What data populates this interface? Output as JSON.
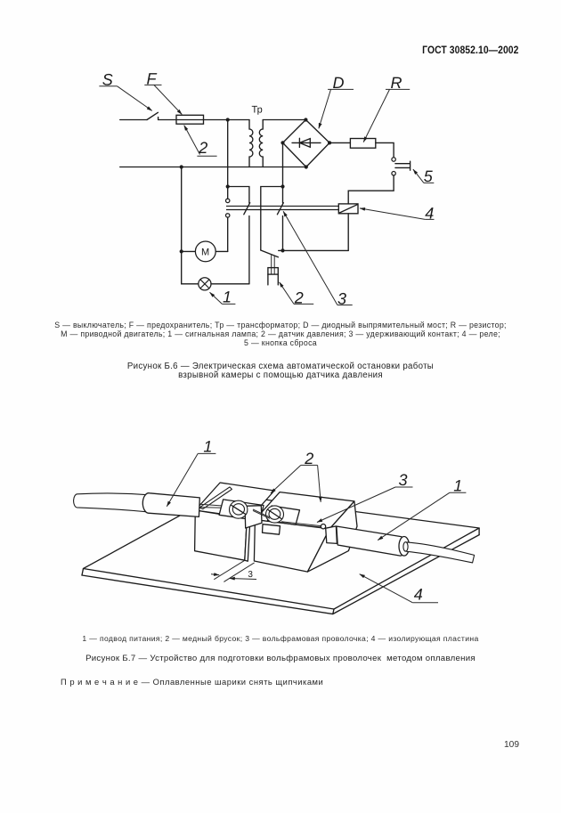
{
  "page": {
    "header": "ГОСТ 30852.10—2002",
    "page_number": "109"
  },
  "figure_b6": {
    "labels": {
      "switch": "S",
      "fuse": "F",
      "transformer": "Тр",
      "diode_bridge": "D",
      "resistor": "R",
      "motor": "М",
      "signal_lamp": "1",
      "pressure_sensor_top": "2",
      "pressure_sensor_bottom": "2",
      "holding_contact": "3",
      "relay": "4",
      "reset_button": "5"
    },
    "legend_lines": [
      "S — выключатель; F — предохранитель; Тр — трансформатор; D — диодный выпрямительный мост; R — резистор;",
      "М — приводной двигатель; 1 — сигнальная лампа; 2 — датчик давления; 3 — удерживающий контакт; 4 — реле;",
      "5 — кнопка сброса"
    ],
    "caption_lines": [
      "Рисунок Б.6 — Электрическая схема автоматической остановки работы",
      "взрывной камеры с помощью датчика давления"
    ]
  },
  "figure_b7": {
    "labels": {
      "power_lead_left": "1",
      "copper_blocks": "2",
      "tungsten_wire": "3",
      "power_lead_right": "1",
      "insulating_plate": "4",
      "gap_dimension": "3"
    },
    "legend": "1 — подвод питания; 2 — медный брусок; 3 — вольфрамовая проволочка; 4 — изолирующая пластина",
    "caption": "Рисунок Б.7 — Устройство для подготовки вольфрамовых проволочек  методом оплавления",
    "note": "П р и м е ч а н и е — Оплавленные шарики снять щипчиками"
  }
}
